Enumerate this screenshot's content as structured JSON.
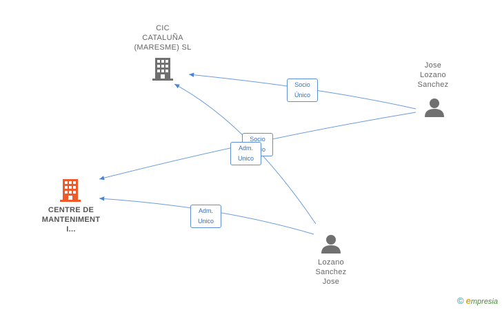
{
  "nodes": {
    "cic": {
      "label_lines": [
        "CIC",
        "CATALUÑA",
        "(MARESME) SL"
      ],
      "icon": "building-icon",
      "color": "#666666"
    },
    "centre": {
      "label_lines": [
        "CENTRE DE",
        "MANTENIMENT",
        "I..."
      ],
      "icon": "building-icon",
      "color": "#f05a28"
    },
    "jose_lozano": {
      "label_lines": [
        "Jose",
        "Lozano",
        "Sanchez"
      ],
      "icon": "person-icon",
      "color": "#666666"
    },
    "lozano_jose": {
      "label_lines": [
        "Lozano",
        "Sanchez",
        "Jose"
      ],
      "icon": "person-icon",
      "color": "#666666"
    }
  },
  "edges": [
    {
      "id": "jose-to-cic",
      "label_lines": [
        "Socio",
        "Único"
      ]
    },
    {
      "id": "jose-to-centre",
      "label_lines": [
        "Socio",
        "Único"
      ]
    },
    {
      "id": "lozano-to-cic",
      "label_lines": [
        "Adm.",
        "Unico"
      ]
    },
    {
      "id": "lozano-to-centre",
      "label_lines": [
        "Adm.",
        "Unico"
      ]
    }
  ],
  "brand": {
    "copyright": "©",
    "e": "e",
    "name": "mpresia"
  },
  "colors": {
    "edge": "#5b8fd6",
    "company": "#666666",
    "highlight": "#f05a28"
  }
}
